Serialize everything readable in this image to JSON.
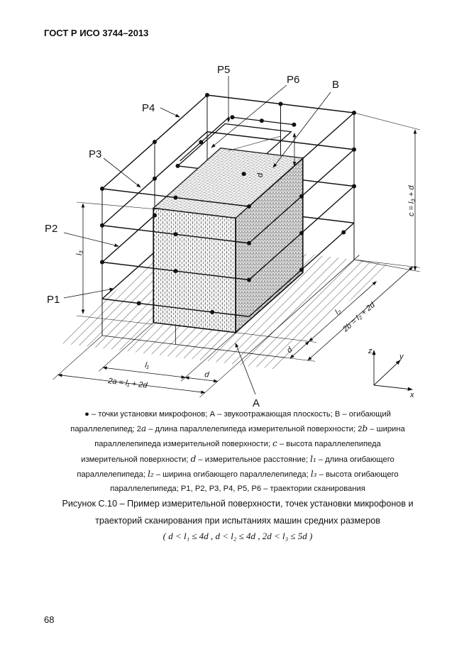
{
  "header": {
    "doc_code": "ГОСТ Р ИСО 3744–2013"
  },
  "figure": {
    "labels": {
      "p1": "P1",
      "p2": "P2",
      "p3": "P3",
      "p4": "P4",
      "p5": "P5",
      "p6": "P6",
      "a": "A",
      "b": "B"
    },
    "dimensions": {
      "l3": "l₃",
      "c": "c = l₃ + d",
      "l2": "l₂",
      "b2": "2b = l₂ + 2d",
      "d_right": "d",
      "l1": "l₁",
      "d_front": "d",
      "a2": "2a = l₁ + 2d",
      "d_top": "d"
    },
    "axes": {
      "x": "x",
      "y": "y",
      "z": "z"
    }
  },
  "legend": {
    "lines": [
      [
        {
          "t": "● – точки установки микрофонов; А – звукоотражающая плоскость; В – огибающий"
        }
      ],
      [
        {
          "t": "параллелепипед; 2"
        },
        {
          "t": "a",
          "m": true
        },
        {
          "t": " – длина параллелепипеда измерительной поверхности; 2"
        },
        {
          "t": "b",
          "m": true
        },
        {
          "t": " – ширина"
        }
      ],
      [
        {
          "t": "параллелепипеда измерительной поверхности; "
        },
        {
          "t": "c",
          "m": true
        },
        {
          "t": " – высота параллелепипеда"
        }
      ],
      [
        {
          "t": "измерительной поверхности; "
        },
        {
          "t": "d",
          "m": true
        },
        {
          "t": " – измерительное расстояние; "
        },
        {
          "t": "l₁",
          "m": true
        },
        {
          "t": " – длина огибающего"
        }
      ],
      [
        {
          "t": "параллелепипеда; "
        },
        {
          "t": "l₂",
          "m": true
        },
        {
          "t": " – ширина огибающего параллелепипеда; "
        },
        {
          "t": "l₃",
          "m": true
        },
        {
          "t": " – высота огибающего"
        }
      ],
      [
        {
          "t": "параллелепипеда; Р1, Р2, Р3, Р4, Р5, Р6 – траектории сканирования"
        }
      ]
    ]
  },
  "caption": {
    "line1": "Рисунок С.10 – Пример измерительной поверхности, точек установки микрофонов и",
    "line2": "траекторий сканирования при испытаниях машин средних размеров",
    "formula": "( d < l₁ ≤ 4d ,  d < l₂ ≤ 4d ,  2d < l₃ ≤ 5d )"
  },
  "page_number": "68"
}
